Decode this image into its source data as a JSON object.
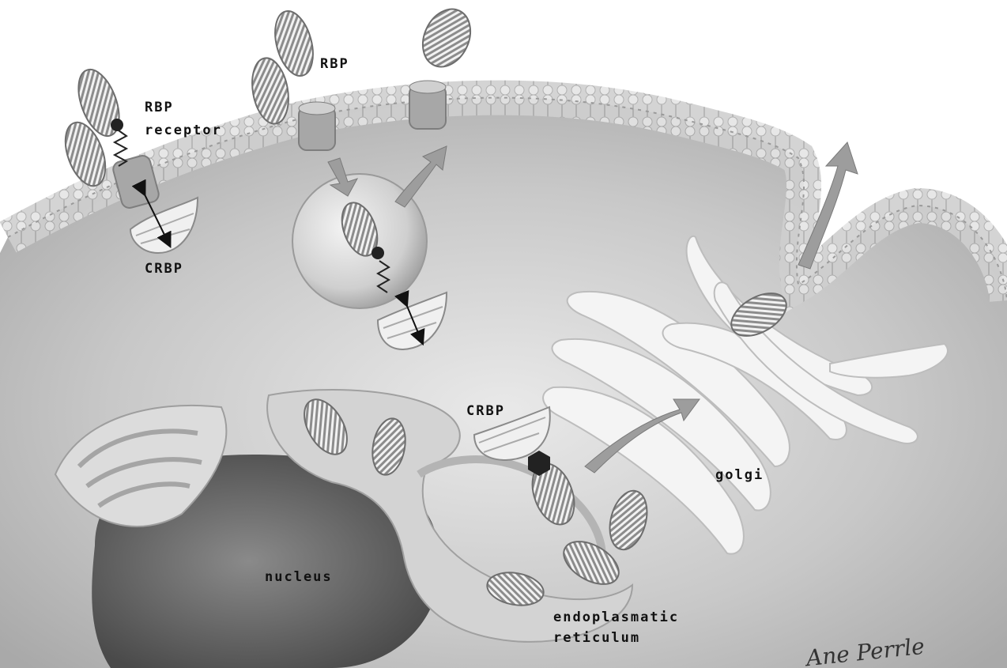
{
  "labels": {
    "rbp_top": "RBP",
    "rbp_receptor_line1": "RBP",
    "rbp_receptor_line2": "receptor",
    "crbp_left": "CRBP",
    "crbp_center": "CRBP",
    "golgi": "golgi",
    "nucleus": "nucleus",
    "er_line1": "endoplasmatic",
    "er_line2": "reticulum"
  },
  "signature": "Ane Perrle",
  "colors": {
    "background": "#ffffff",
    "cytoplasm": "#c9c9c9",
    "membrane": "#bdbdbd",
    "nucleus": "#6e6e6e",
    "golgi": "#f3f3f3",
    "protein": "#8a8a8a",
    "label": "#111111"
  }
}
